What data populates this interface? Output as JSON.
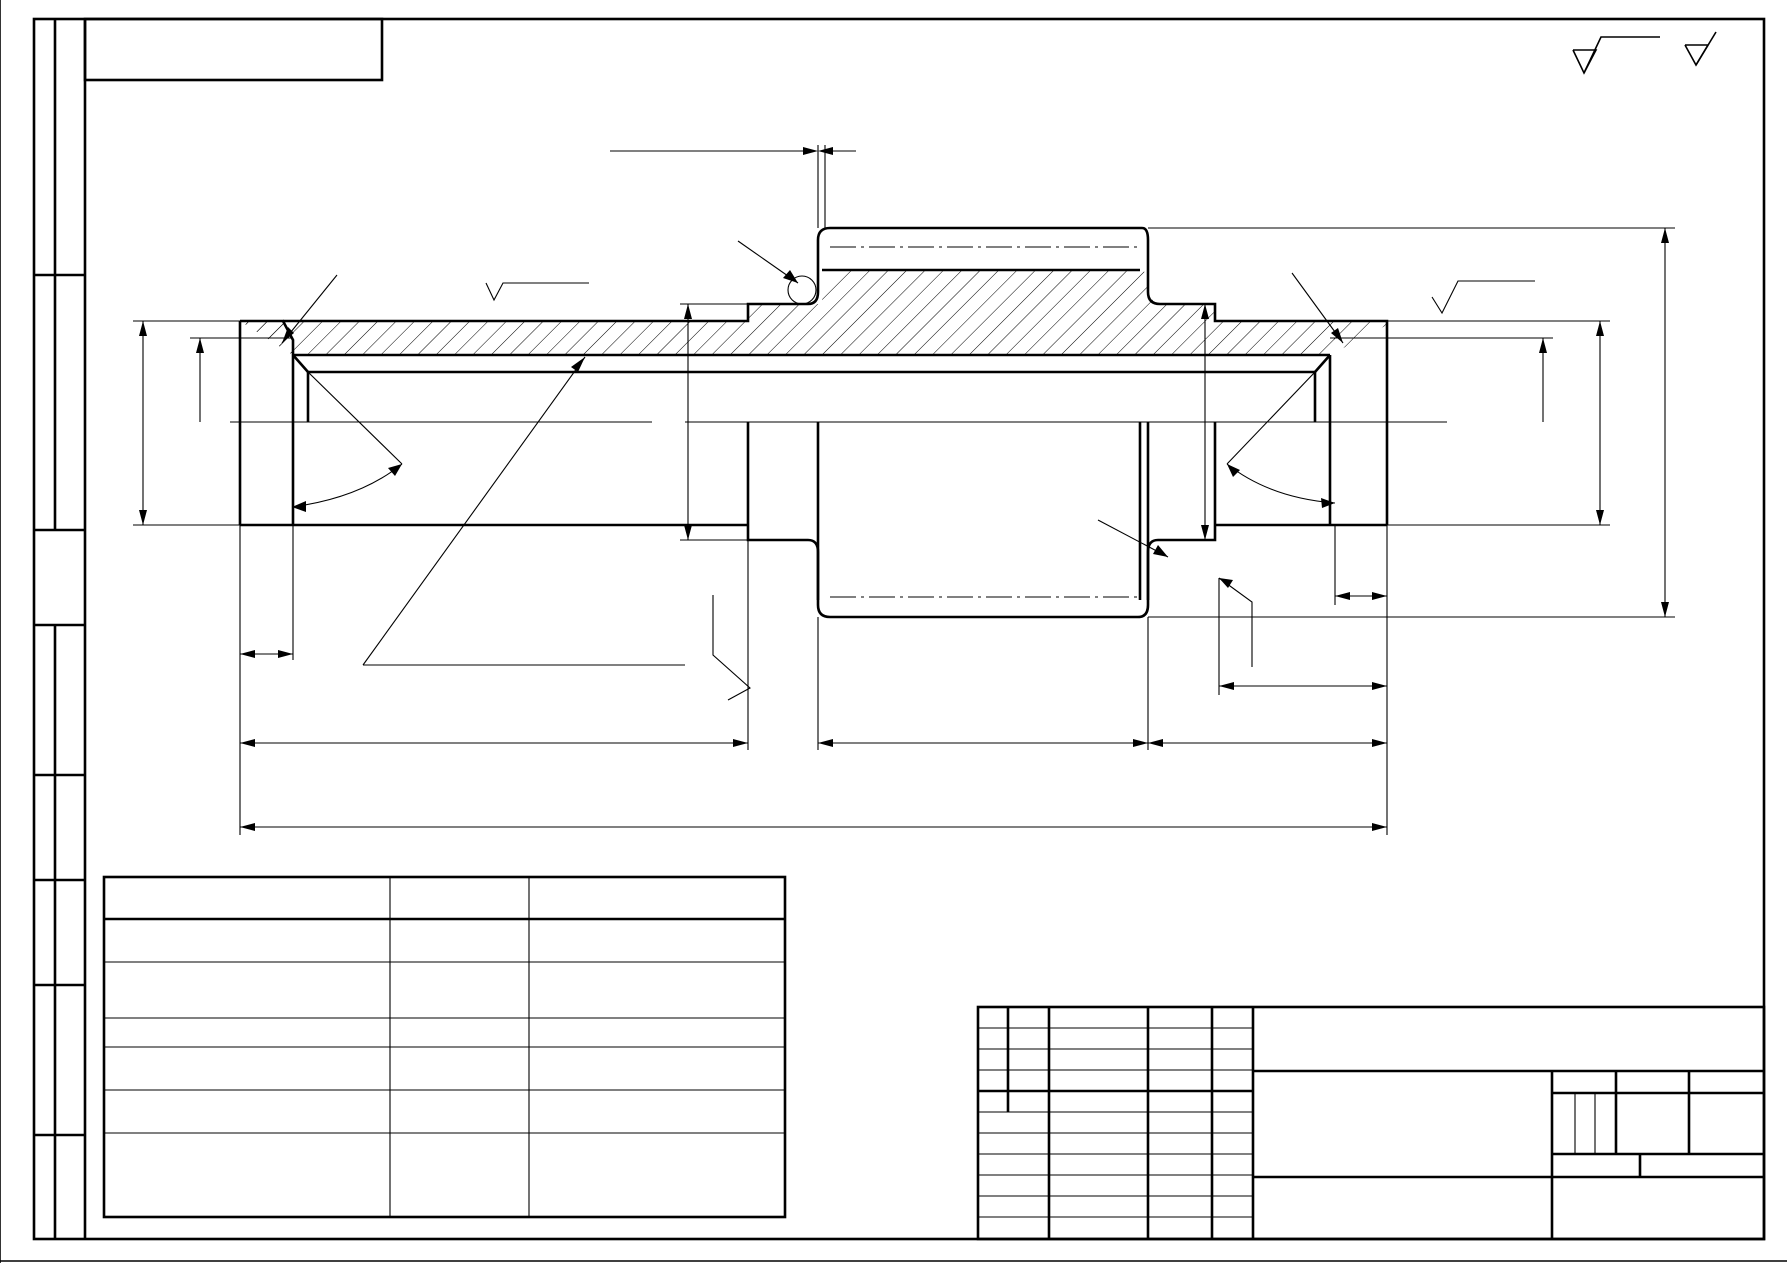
{
  "sheet": {
    "type": "engineering-drawing",
    "subject": "shaft-sleeve-with-collar",
    "text_content": [],
    "colors": {
      "line": "#000000",
      "background": "#ffffff"
    }
  },
  "frame": {
    "left_strip_cells": 8
  },
  "symbols": {
    "roughness_general": "triangle-roughness-mark",
    "roughness_other": "triangle-roughness-mark"
  },
  "parameter_table": {
    "columns": 3,
    "rows": 6
  },
  "title_block": {
    "change_rows": 11,
    "columns": 5
  }
}
